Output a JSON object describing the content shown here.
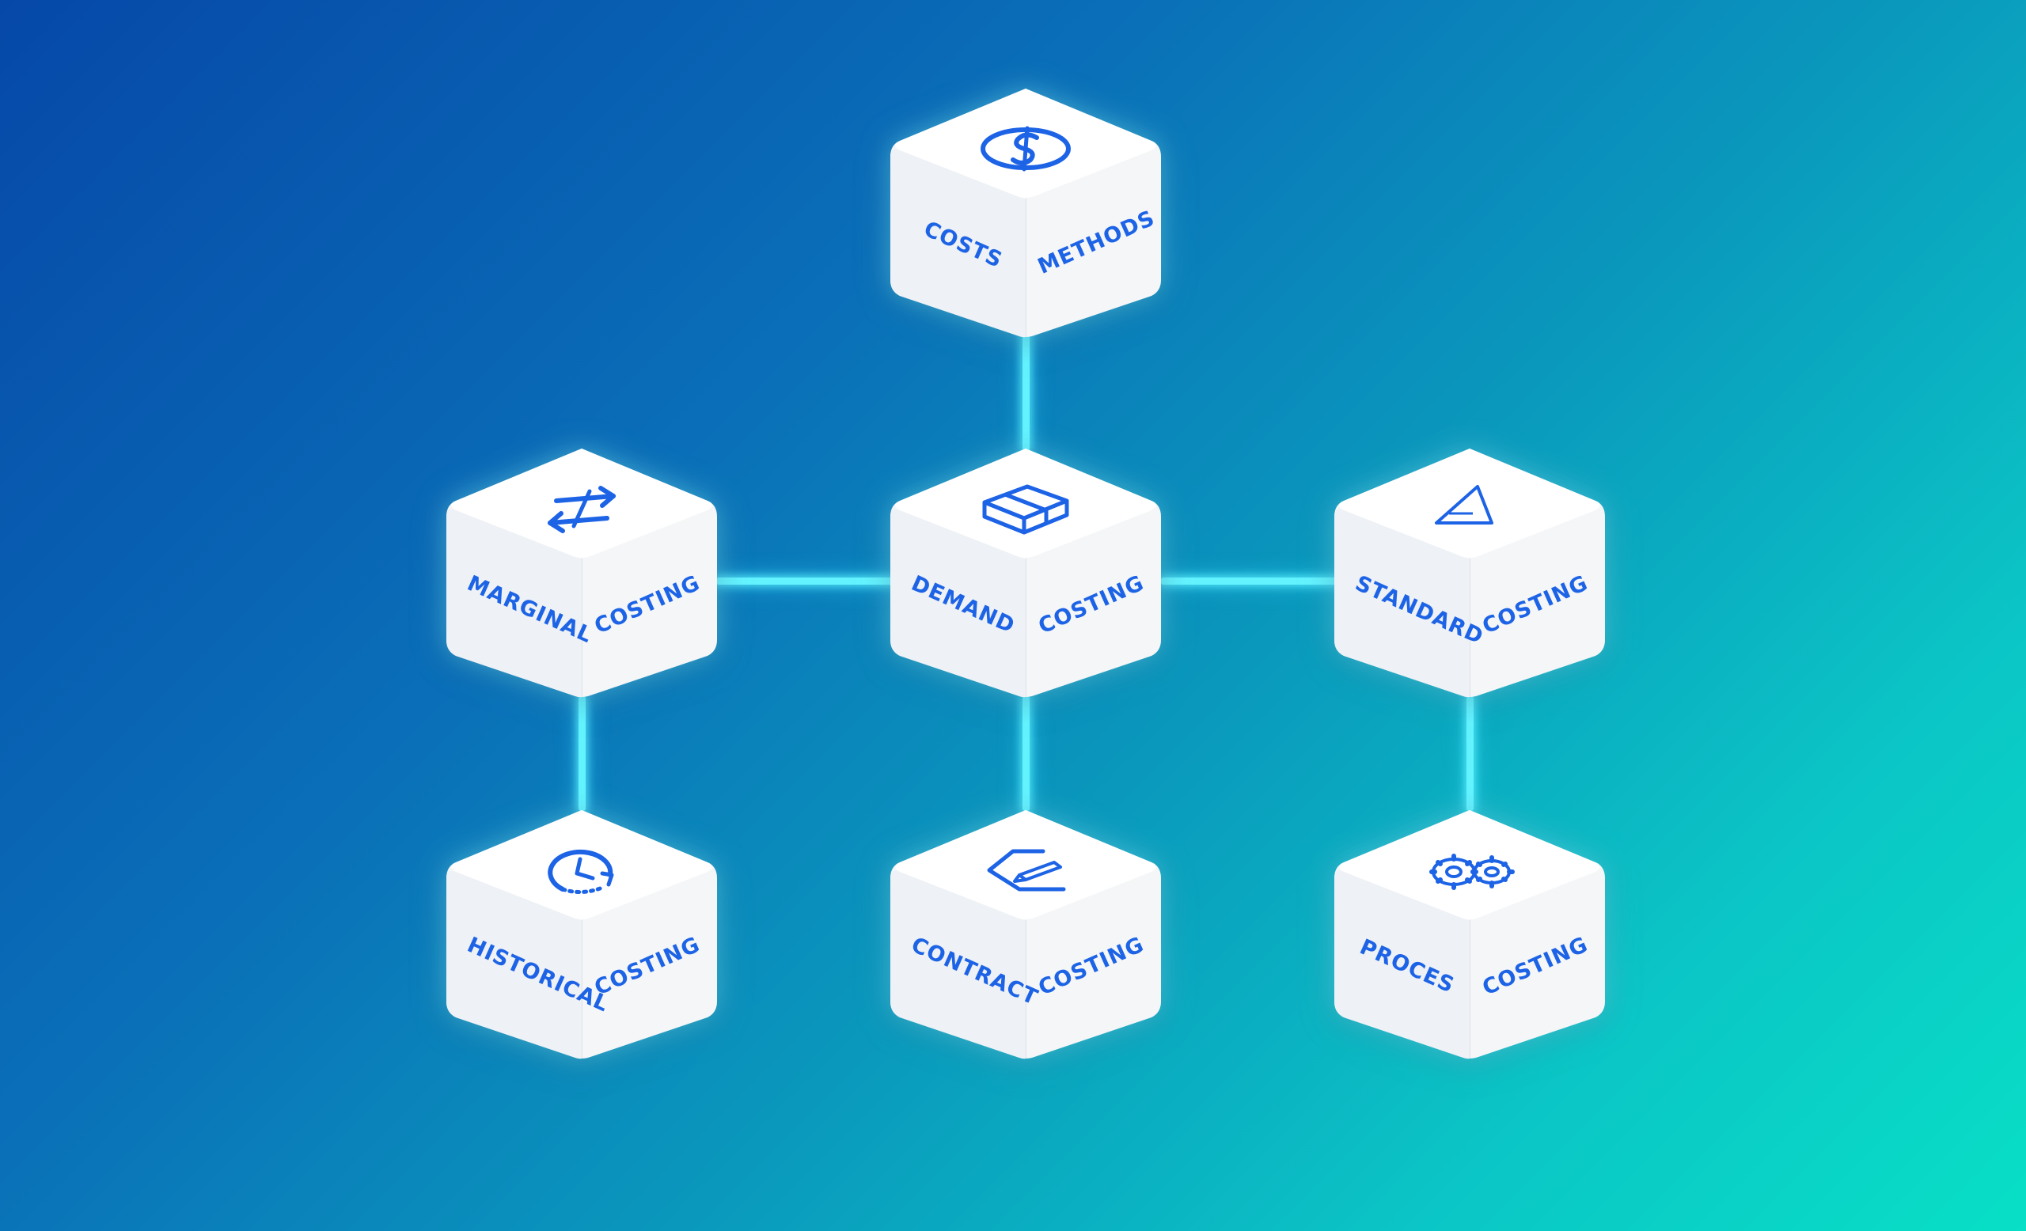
{
  "colors": {
    "accent": "#1d63e6",
    "connector": "#63f3ff",
    "cube_face": "#ffffff"
  },
  "diagram": {
    "top": {
      "left_label": "COSTS",
      "right_label": "METHODS",
      "icon": "dollar-circle-icon"
    },
    "center": {
      "left_label": "DEMAND",
      "right_label": "COSTING",
      "icon": "box-icon"
    },
    "left": {
      "left_label": "MARGINAL",
      "right_label": "COSTING",
      "icon": "swap-arrows-icon"
    },
    "right": {
      "left_label": "STANDARD",
      "right_label": "COSTING",
      "icon": "triangle-ruler-icon"
    },
    "bottom_left": {
      "left_label": "HISTORICAL",
      "right_label": "COSTING",
      "icon": "clock-history-icon"
    },
    "bottom_center": {
      "left_label": "CONTRACT",
      "right_label": "COSTING",
      "icon": "contract-pen-icon"
    },
    "bottom_right": {
      "left_label": "PROCES",
      "right_label": "COSTING",
      "icon": "gears-icon"
    }
  }
}
